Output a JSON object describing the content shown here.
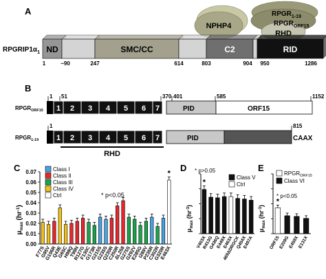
{
  "panelA": {
    "letter": "A",
    "protein_label": "RPGRIP1α",
    "protein_sub": "1",
    "domains": [
      {
        "label": "ND",
        "color": "#969696",
        "text": "#000000",
        "range": "1–90"
      },
      {
        "label": "",
        "color": "#d4d4d4",
        "text": "#000000",
        "range": "90–247"
      },
      {
        "label": "SMC/CC",
        "color": "#a3a18e",
        "text": "#000000",
        "range": "247–614"
      },
      {
        "label": "",
        "color": "#d4d4d4",
        "text": "#000000",
        "range": "614–803"
      },
      {
        "label": "C2",
        "color": "#6f6f6f",
        "text": "#ffffff",
        "range": "803–904"
      },
      {
        "label": "",
        "color": "#d4d4d4",
        "text": "#000000",
        "range": "904–950"
      },
      {
        "label": "RID",
        "color": "#111111",
        "text": "#ffffff",
        "range": "950–1286"
      }
    ],
    "positions": [
      "1",
      "~90",
      "247",
      "614",
      "803",
      "904",
      "950",
      "1286"
    ],
    "nphp4_label": "NPHP4",
    "rpgr1_main": "RPGR",
    "rpgr1_sub": "1-19",
    "rpgr2_main": "RPGR",
    "rpgr2_sub": "ORF15",
    "rhd_label": "RHD",
    "ellipse_color": "#a8a888"
  },
  "panelB": {
    "letter": "B",
    "orf15_main": "RPGR",
    "orf15_sub": "ORF15",
    "r119_main": "RPGR",
    "r119_sub": "1-19",
    "orf15_positions": [
      "1",
      "51",
      "370",
      "401",
      "585",
      "1152"
    ],
    "r119_positions": [
      "1",
      "815"
    ],
    "rcc_blocks": [
      "1",
      "2",
      "3",
      "4",
      "5",
      "6",
      "7"
    ],
    "pid_label": "PID",
    "orf15_label": "ORF15",
    "caax_label": "CAAX",
    "rhd_label": "RHD"
  },
  "panelC": {
    "letter": "C",
    "ylabel_main": "μ",
    "ylabel_sub": "max",
    "ylabel_unit": "(hr",
    "ylabel_exp": "-1",
    "ylabel_close": ")",
    "yticks": [
      "0.00",
      "0.01",
      "0.02",
      "0.03",
      "0.04",
      "0.05",
      "0.06",
      "0.07"
    ],
    "legend": [
      {
        "label": "Class I",
        "color": "#4aa3df"
      },
      {
        "label": "Class II",
        "color": "#e8262b"
      },
      {
        "label": "Class III",
        "color": "#1aa34a"
      },
      {
        "label": "Class IV",
        "color": "#f2c019"
      },
      {
        "label": "Ctrl",
        "color": "#ffffff"
      }
    ],
    "star_note": "* p<0.05",
    "sig_star": "*"
  },
  "panelD": {
    "letter": "D",
    "star_note": "* p>0.05",
    "sig_star": "*",
    "ylabel_main": "μ",
    "ylabel_sub": "max",
    "ylabel_unit": "(hr",
    "ylabel_exp": "-1",
    "ylabel_close": ")",
    "legend": [
      {
        "label": "Class V",
        "color": "#111111"
      },
      {
        "label": "Ctrl",
        "color": "#ffffff"
      }
    ]
  },
  "panelE": {
    "letter": "E",
    "legend": [
      {
        "main": "RPGR",
        "sub": "ORF15",
        "color": "#ffffff"
      },
      {
        "main": "Class VI",
        "sub": "",
        "color": "#111111"
      }
    ],
    "star_note": "* p<0.05",
    "sig_star": "*",
    "ylabel_main": "μ",
    "ylabel_sub": "max",
    "ylabel_unit": "(hr",
    "ylabel_exp": "-1",
    "ylabel_close": ")"
  },
  "chart_data": [
    {
      "type": "bar",
      "panel": "C",
      "ylim": [
        0,
        0.07
      ],
      "categories": [
        "F77S",
        "G95V",
        "G106R",
        "Q43E",
        "G65C",
        "H98Q",
        "T99N",
        "R127G",
        "F130C",
        "G173R",
        "G215S",
        "G235S",
        "Q230R",
        "C250R",
        "ΔL258",
        "G275S",
        "G292V",
        "E285G",
        "I289V",
        "P235R",
        "C302R",
        "G320R",
        "E463X"
      ],
      "values": [
        0.021,
        0.019,
        0.022,
        0.035,
        0.019,
        0.02,
        0.022,
        0.025,
        0.021,
        0.018,
        0.026,
        0.024,
        0.025,
        0.037,
        0.042,
        0.026,
        0.024,
        0.018,
        0.022,
        0.026,
        0.017,
        0.025,
        0.062
      ],
      "classes": [
        "IV",
        "IV",
        "II",
        "IV",
        "IV",
        "II",
        "II",
        "II",
        "III",
        "III",
        "I",
        "I",
        "II",
        "II",
        "II",
        "III",
        "III",
        "III",
        "III",
        "I",
        "III",
        "I",
        "Ctrl"
      ],
      "significant": [
        false,
        false,
        false,
        false,
        false,
        false,
        false,
        false,
        false,
        false,
        false,
        false,
        false,
        false,
        false,
        false,
        false,
        false,
        false,
        false,
        false,
        false,
        true
      ]
    },
    {
      "type": "bar",
      "panel": "D",
      "ylim": [
        0,
        0.1
      ],
      "categories": [
        "V403X",
        "R413G",
        "G436Q",
        "E449X",
        "E463X",
        "469ΔDRGCK",
        "Q454X",
        "E497A"
      ],
      "values": [
        0.074,
        0.061,
        0.06,
        0.062,
        0.062,
        0.059,
        0.058,
        0.056
      ],
      "classes": [
        "V",
        "V",
        "V",
        "V",
        "Ctrl",
        "V",
        "V",
        "V"
      ],
      "significant": [
        true,
        false,
        false,
        false,
        false,
        false,
        false,
        false
      ]
    },
    {
      "type": "bar",
      "panel": "E",
      "ylim": [
        0,
        0.09
      ],
      "categories": [
        "ORF15",
        "E209G",
        "E459X",
        "E131X"
      ],
      "values": [
        0.039,
        0.027,
        0.026,
        0.023
      ],
      "classes": [
        "Ctrl",
        "VI",
        "VI",
        "VI"
      ],
      "significant": [
        true,
        false,
        false,
        false
      ]
    }
  ]
}
